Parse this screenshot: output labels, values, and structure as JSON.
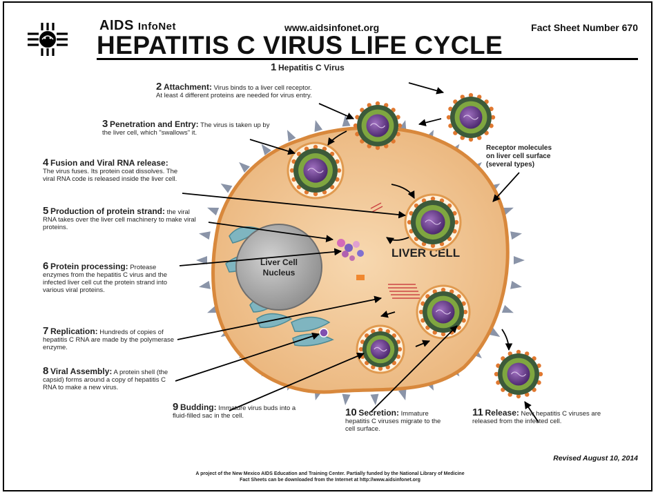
{
  "header": {
    "brand": "AIDS",
    "brand_sub": "InfoNet",
    "url": "www.aidsinfonet.org",
    "fact_sheet": "Fact Sheet Number 670",
    "title": "HEPATITIS C VIRUS LIFE CYCLE"
  },
  "steps": [
    {
      "num": "1",
      "title": "Hepatitis C Virus",
      "text": ""
    },
    {
      "num": "2",
      "title": "Attachment:",
      "text": "Virus binds to a liver cell receptor. At least 4 different proteins are needed for virus entry."
    },
    {
      "num": "3",
      "title": "Penetration and Entry:",
      "text": "The virus is taken up by the liver cell, which \"swallows\" it."
    },
    {
      "num": "4",
      "title": "Fusion and Viral RNA release:",
      "text": "The virus fuses. Its protein coat dissolves. The viral RNA code is released inside the liver cell."
    },
    {
      "num": "5",
      "title": "Production of protein strand:",
      "text": "the viral RNA takes over the liver cell machinery to make viral proteins."
    },
    {
      "num": "6",
      "title": "Protein processing:",
      "text": "Protease enzymes from the hepatitis C virus and the infected liver cell cut the protein strand into various viral proteins."
    },
    {
      "num": "7",
      "title": "Replication:",
      "text": "Hundreds of copies of hepatitis C RNA are made by the polymerase enzyme."
    },
    {
      "num": "8",
      "title": "Viral Assembly:",
      "text": "A protein shell (the capsid) forms around a copy of hepatitis C RNA to make a new virus."
    },
    {
      "num": "9",
      "title": "Budding:",
      "text": "Immature virus buds into a fluid-filled sac in the cell."
    },
    {
      "num": "10",
      "title": "Secretion:",
      "text": "Immature hepatitis C viruses migrate to the cell surface."
    },
    {
      "num": "11",
      "title": "Release:",
      "text": "New hepatitis C viruses are released from the infected cell."
    }
  ],
  "labels": {
    "receptor": "Receptor molecules on liver cell surface (several types)",
    "liver_cell": "LIVER CELL",
    "nucleus_line1": "Liver Cell",
    "nucleus_line2": "Nucleus"
  },
  "revised": "Revised August 10, 2014",
  "footer": {
    "line1": "A project of the New Mexico AIDS Education and Training Center.  Partially funded by the National Library of Medicine",
    "line2": "Fact Sheets can be downloaded from the Internet at http://www.aidsinfonet.org"
  },
  "colors": {
    "cell": "#f2c896",
    "cell_border": "#d8883c",
    "spike": "#8a94a8",
    "virus_outer": "#3c5a3a",
    "virus_ring": "#7fa640",
    "virus_core": "#6a3c8c",
    "nucleus": "#a8a8a8"
  }
}
